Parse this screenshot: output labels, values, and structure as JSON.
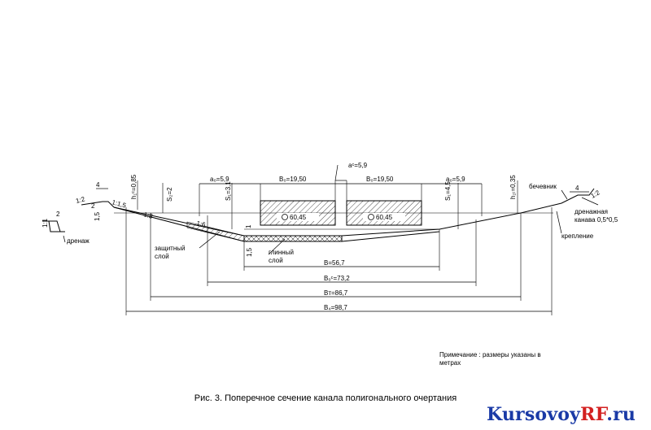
{
  "labels": {
    "drainage": "дренаж",
    "protective_layer_line1": "защитный",
    "protective_layer_line2": "слой",
    "clay_layer_line1": "глинный",
    "clay_layer_line2": "слой",
    "berm": "бечевник",
    "drain_channel_line1": "дренажная",
    "drain_channel_line2": "канава 0,5*0,5",
    "lining": "крепление"
  },
  "dimensions": {
    "d_2": "2",
    "d_1_1": "1:1",
    "d_1_2_left": "1:2",
    "d_4_left": "4",
    "d_2_left": "2",
    "d_1_5_left": "1,5",
    "d_1_1_5": "1:1,5",
    "d_1_3": "1:3",
    "h_left": "h₁ᶜ=0,85",
    "s_2": "S₂=2",
    "s_3_1": "S₁=3,1",
    "s_4_5": "S₁=4,5",
    "h_right": "h₁ₜ=0,35",
    "d_4_right": "4",
    "d_1_2_right": "1:2",
    "a_left": "a₀=5,9",
    "b_left": "B₀=19,50",
    "a_mid": "aᶜ=5,9",
    "b_right": "B₀=19,50",
    "a_right": "a₀=5,9",
    "ship_left": "60,45",
    "ship_right": "60,45",
    "d_1_6": "1:6",
    "d_1": "1",
    "d_1_5_bottom": "1,5",
    "B": "B=56,7",
    "B_sr": "B₀ᶜ=73,2",
    "B_t": "Bᴛ=86,7",
    "B_d": "B₄=98,7"
  },
  "note": {
    "line1": "Примечание : размеры указаны в",
    "line2": "метрах"
  },
  "caption": "Рис. 3. Поперечное сечение канала полигонального очертания",
  "logo": {
    "main": "KursovoyRF",
    "accent": "RF",
    "prefix": "Kursovoy",
    "suffix": ".ru"
  }
}
